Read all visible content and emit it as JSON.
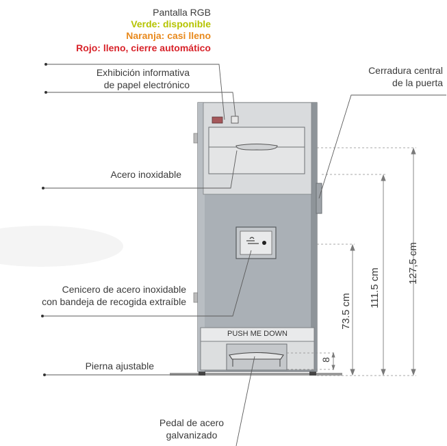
{
  "rgb": {
    "title": "Pantalla RGB",
    "green": "Verde: disponible",
    "orange": "Naranja: casi lleno",
    "red": "Rojo: lleno, cierre automático",
    "colors": {
      "green": "#b5c400",
      "orange": "#e8891c",
      "red": "#d8232a"
    }
  },
  "labels": {
    "epaper_1": "Exhibición informativa",
    "epaper_2": "de papel electrónico",
    "lock_1": "Cerradura central",
    "lock_2": "de la puerta",
    "steel": "Acero inoxidable",
    "ashtray_1": "Cenicero de acero inoxidable",
    "ashtray_2": "con bandeja de recogida extraíble",
    "leg": "Pierna ajustable",
    "pedal_1": "Pedal de acero",
    "pedal_2": "galvanizado"
  },
  "machine": {
    "push_label": "PUSH ME DOWN"
  },
  "dimensions": {
    "total": "127,5 cm",
    "door": "111.5 cm",
    "ashtray": "73.5 cm",
    "leg": "8"
  }
}
